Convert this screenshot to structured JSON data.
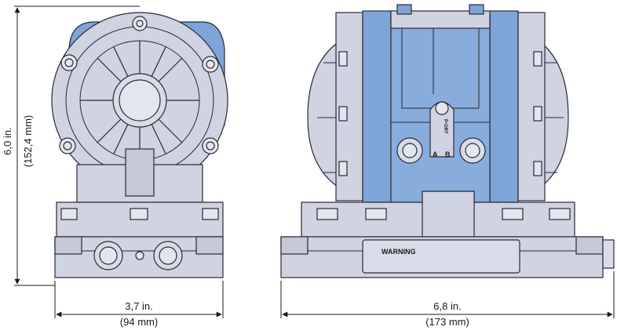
{
  "dimensions": {
    "height": {
      "imperial": "6,0 in.",
      "metric": "(152,4 mm)"
    },
    "left_width": {
      "imperial": "3,7 in.",
      "metric": "(94 mm)"
    },
    "right_width": {
      "imperial": "6,8 in.",
      "metric": "(173 mm)"
    }
  },
  "labels": {
    "warning": "WARNING",
    "port_a": "A",
    "port_b": "B",
    "port_label": "P-ORT"
  },
  "colors": {
    "housing": "#cfd3e2",
    "housing_shade": "#b9bdd0",
    "blue_cap": "#7ea4d8",
    "blue_dark": "#5f87c0",
    "outline": "#2a2a35",
    "dim_line": "#1a1a1a"
  }
}
